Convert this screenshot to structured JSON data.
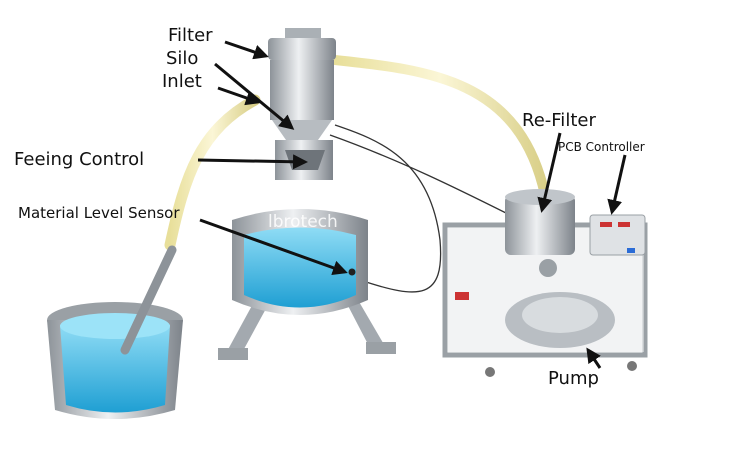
{
  "labels": {
    "filter": "Filter",
    "silo": "Silo",
    "inlet": "Inlet",
    "feeding_control": "Feeing Control",
    "material_level_sensor": "Material Level Sensor",
    "re_filter": "Re-Filter",
    "pcb_controller": "PCB Controller",
    "pump": "Pump"
  },
  "watermark": "lbrotech",
  "colors": {
    "steel": "#c9cdd1",
    "steel_dark": "#8d9399",
    "water": "#3fb9e6",
    "water_light": "#8fdcf5",
    "hose": "#f3ecb8",
    "arrow": "#111111"
  }
}
